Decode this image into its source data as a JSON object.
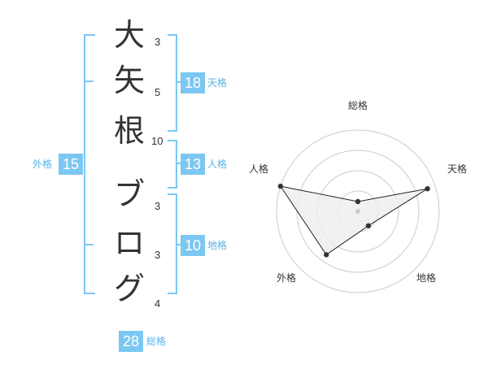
{
  "name_chars": [
    {
      "char": "大",
      "strokes": "3"
    },
    {
      "char": "矢",
      "strokes": "5"
    },
    {
      "char": "根",
      "strokes": "10"
    },
    {
      "char": "ブ",
      "strokes": "3"
    },
    {
      "char": "ロ",
      "strokes": "3"
    },
    {
      "char": "グ",
      "strokes": "4"
    }
  ],
  "kaku": {
    "ten": {
      "value": "18",
      "label": "天格"
    },
    "jin": {
      "value": "13",
      "label": "人格"
    },
    "chi": {
      "value": "10",
      "label": "地格"
    },
    "gai": {
      "value": "15",
      "label": "外格"
    },
    "sou": {
      "value": "28",
      "label": "総格"
    }
  },
  "colors": {
    "accent": "#7cc7f2",
    "accent_text": "#55b3e8",
    "text": "#333333",
    "radar_grid": "#cccccc",
    "radar_fill": "#eeeeee"
  },
  "radar": {
    "axes": [
      "総格",
      "天格",
      "地格",
      "外格",
      "人格"
    ],
    "values": [
      0.12,
      0.9,
      0.22,
      0.66,
      1.0
    ],
    "rings": 4
  }
}
